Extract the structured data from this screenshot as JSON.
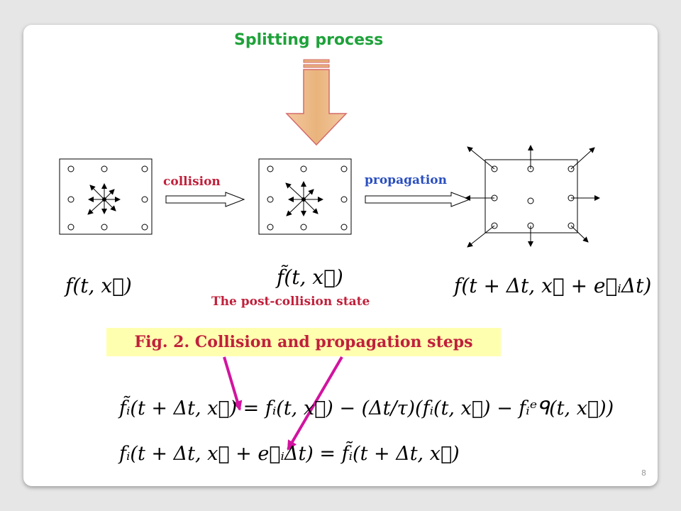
{
  "title": "Splitting process",
  "labels": {
    "collision": "collision",
    "propagation": "propagation",
    "post_collision": "The post-collision state"
  },
  "caption": "Fig. 2.  Collision and propagation steps",
  "formulas": {
    "f_before": "f(t, x⃗)",
    "f_post": "f̃(t, x⃗)",
    "f_after": "f(t + Δt, x⃗ + e⃗ᵢΔt)",
    "collision_step": "f̃ᵢ(t + Δt, x⃗) = fᵢ(t, x⃗) − (Δt/τ)(fᵢ(t, x⃗) − fᵢᵉᑫ(t, x⃗))",
    "propagation_step": "fᵢ(t + Δt, x⃗ + e⃗ᵢΔt) = f̃ᵢ(t + Δt, x⃗)"
  },
  "page_number": "8",
  "colors": {
    "title": "#1fa23a",
    "red_label": "#c0203b",
    "blue_label": "#2a4fc0",
    "caption_bg": "#ffffb0",
    "pointer_arrows": "#d2139f",
    "big_arrow": "#e6b07a"
  }
}
